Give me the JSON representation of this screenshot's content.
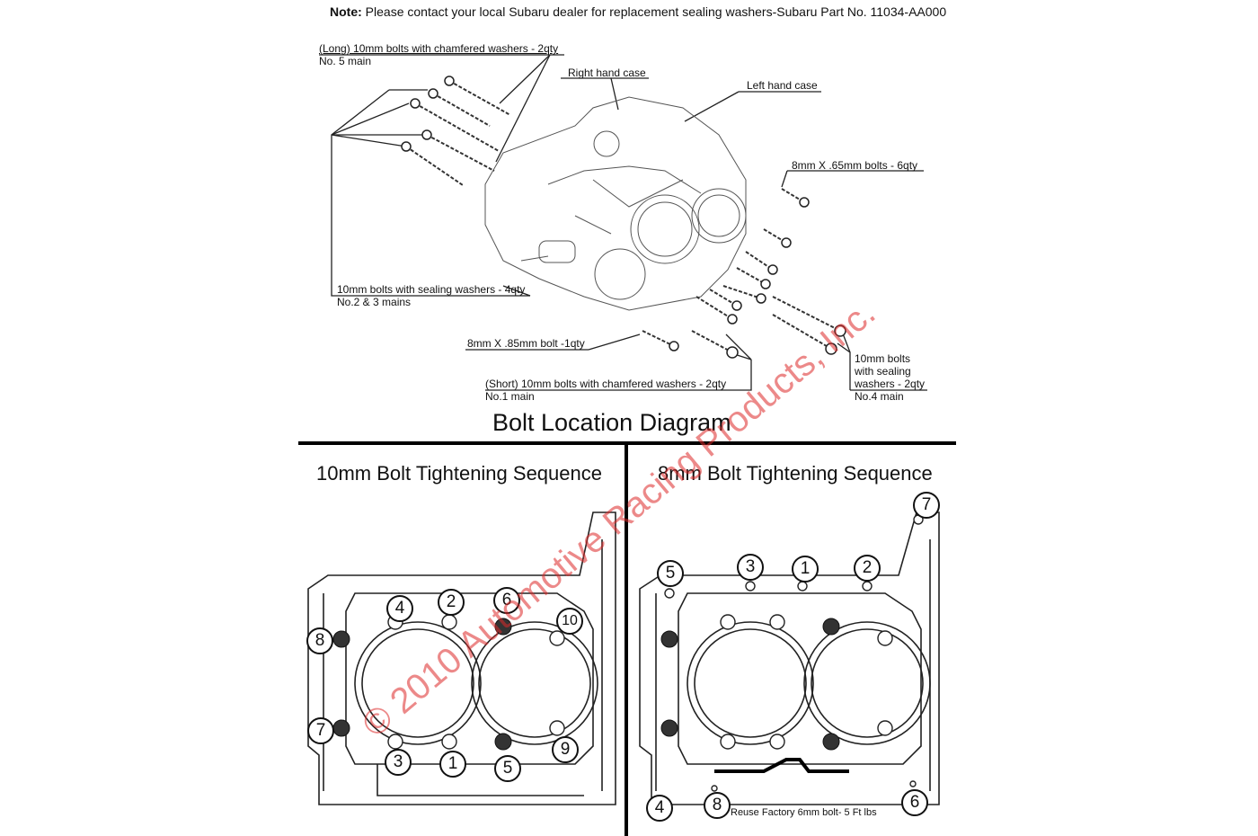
{
  "note": {
    "prefix": "Note:",
    "text": "Please contact your local Subaru dealer for replacement sealing washers-Subaru Part No.  11034-AA000"
  },
  "labels": {
    "long_bolts": "(Long) 10mm bolts with chamfered washers - 2qty",
    "long_bolts_main": "No. 5 main",
    "right_case": "Right hand case",
    "left_case": "Left hand case",
    "bolts_8x65": "8mm X .65mm bolts - 6qty",
    "sealing_4qty": "10mm bolts with sealing washers - 4qty",
    "sealing_4qty_main": "No.2 & 3 mains",
    "bolt_8x85": "8mm X .85mm bolt -1qty",
    "short_bolts": "(Short) 10mm bolts with chamfered washers - 2qty",
    "short_bolts_main": "No.1 main",
    "sealing_2qty_l1": "10mm bolts",
    "sealing_2qty_l2": "with sealing",
    "sealing_2qty_l3": "washers - 2qty",
    "sealing_2qty_main": "No.4 main"
  },
  "title": "Bolt Location Diagram",
  "panels": {
    "left_title": "10mm Bolt Tightening Sequence",
    "right_title": "8mm Bolt Tightening Sequence",
    "left_numbers": [
      "1",
      "2",
      "3",
      "4",
      "5",
      "6",
      "7",
      "8",
      "9",
      "10"
    ],
    "right_numbers": [
      "1",
      "2",
      "3",
      "4",
      "5",
      "6",
      "7",
      "8"
    ],
    "reuse_note": "Reuse Factory 6mm bolt- 5 Ft lbs"
  },
  "watermark": "© 2010 Automotive Racing Products, Inc."
}
